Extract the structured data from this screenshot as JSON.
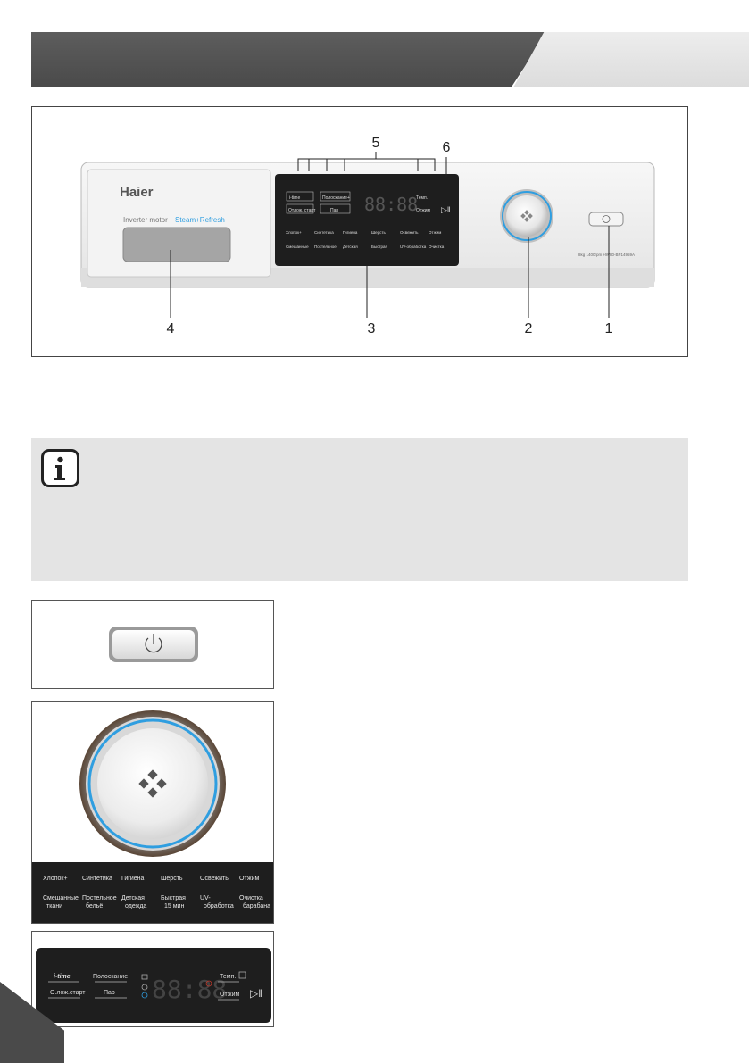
{
  "figure_main": {
    "callouts": [
      "1",
      "2",
      "3",
      "4",
      "5",
      "6"
    ],
    "brand": "Haier",
    "drawer_line_a": "Inverter motor",
    "drawer_line_b": "Steam+Refresh",
    "model_text": "8kg  1400rpm  HW80-BP14959A",
    "panel_buttons": [
      "i-time",
      "Полоскание+",
      "Отлож. старт",
      "Пар",
      "Темп.",
      "Отжим"
    ],
    "programs_row1": [
      "Хлопок+",
      "Синтетика",
      "Гигиена",
      "Шерсть",
      "Освежить",
      "Отжим"
    ],
    "programs_row2": [
      "Смешанные ткани",
      "Постельное бельё",
      "Детская одежда",
      "Быстрая 15 мин",
      "UV-обработка",
      "Очистка барабана"
    ],
    "display": "88:88"
  },
  "figure_knob": {
    "programs_row1": [
      "Хлопок+",
      "Синтетика",
      "Гигиена",
      "Шерсть",
      "Освежить",
      "Отжим"
    ],
    "programs_row2_a": [
      "Смешанные",
      "Постельное",
      "Детская",
      "Быстрая",
      "UV-",
      "Очистка"
    ],
    "programs_row2_b": [
      "ткани",
      "бельё",
      "одежда",
      "15 мин",
      "обработка",
      "барабана"
    ]
  },
  "figure_display": {
    "btn_itime": "i-time",
    "btn_rinse": "Полоскание",
    "btn_delay": "О.лож.старт",
    "btn_steam": "Пар",
    "btn_temp": "Темп.",
    "btn_spin": "Отжим",
    "display": "88:88"
  },
  "colors": {
    "accent_blue": "#2f9ee0",
    "panel_dark": "#1e1e1e"
  }
}
